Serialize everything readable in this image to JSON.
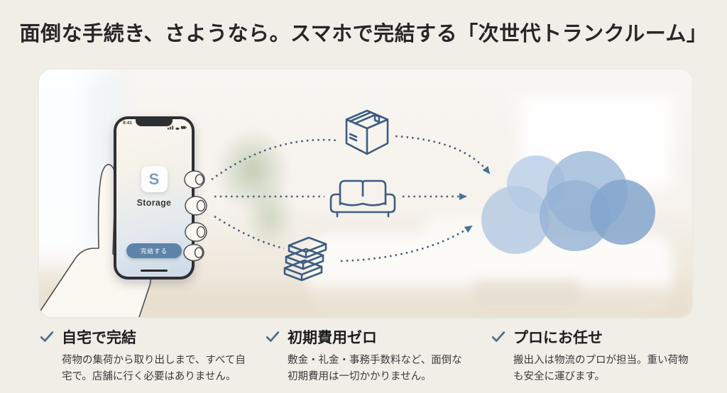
{
  "headline": "面倒な手続き、さようなら。スマホで完結する「次世代トランクルーム」",
  "hero": {
    "phone": {
      "status_time": "9:41",
      "app_icon_letter": "S",
      "app_name": "Storage",
      "cta_label": "完結する"
    },
    "flow_icons": [
      "cardboard-box-icon",
      "sofa-icon",
      "books-stack-icon"
    ],
    "cloud_icon": "cloud-icon",
    "hand_icon": "hand-holding-phone-illustration"
  },
  "features": [
    {
      "icon": "check-icon",
      "title": "自宅で完結",
      "description": "荷物の集荷から取り出しまで、すべて自宅で。店舗に行く必要はありません。"
    },
    {
      "icon": "check-icon",
      "title": "初期費用ゼロ",
      "description": "敷金・礼金・事務手数料など、面倒な初期費用は一切かかりません。"
    },
    {
      "icon": "check-icon",
      "title": "プロにお任せ",
      "description": "搬出入は物流のプロが担当。重い荷物も安全に運びます。"
    }
  ],
  "colors": {
    "page_bg": "#f1eee8",
    "headline_text": "#262626",
    "body_text": "#3a3a3a",
    "line_icon_blue": "#3d5d83",
    "arrow_blue": "#49617c",
    "arrowhead_blue": "#4a7296",
    "check_blue": "#4c6e8e",
    "button_blue": "#5d84a8",
    "cloud_light": "#bdd0e7",
    "cloud_mid": "#93b1d4",
    "cloud_dark": "#84a6cc"
  }
}
